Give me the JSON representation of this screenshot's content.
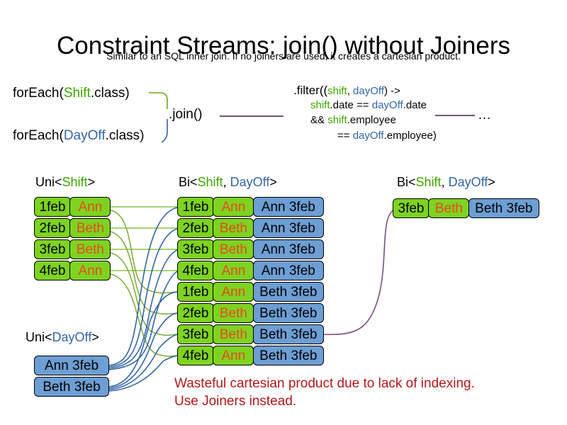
{
  "header": {
    "title": "Constraint Streams: join() without Joiners",
    "subtitle": "Similar to an SQL inner join. If no joiners are used, it creates a cartesian product."
  },
  "code": {
    "forEachShift": {
      "prefix": "forEach(",
      "type": "Shift",
      "suffix": ".class)"
    },
    "forEachDayOff": {
      "prefix": "forEach(",
      "type": "DayOff",
      "suffix": ".class)"
    },
    "join_label": ".join()",
    "ellipsis": "…",
    "filter": {
      "line1_a": ".filter((",
      "line1_shift": "shift",
      "line1_comma": ", ",
      "line1_dayoff": "dayOff",
      "line1_b": ") ->",
      "line2_shift": "shift",
      "line2_a": ".date == ",
      "line2_dayoff": "dayOff",
      "line2_b": ".date",
      "line3_a": "&& ",
      "line3_shift": "shift",
      "line3_b": ".employee",
      "line4_a": "== ",
      "line4_dayoff": "dayOff",
      "line4_b": ".employee)"
    }
  },
  "captions": {
    "uni_shift": {
      "prefix": "Uni<",
      "type": "Shift",
      "suffix": ">"
    },
    "bi_middle": {
      "prefix": "Bi<",
      "type1": "Shift",
      "comma": ", ",
      "type2": "DayOff",
      "suffix": ">"
    },
    "bi_right": {
      "prefix": "Bi<",
      "type1": "Shift",
      "comma": ", ",
      "type2": "DayOff",
      "suffix": ">"
    },
    "uni_dayoff": {
      "prefix": "Uni<",
      "type": "DayOff",
      "suffix": ">"
    }
  },
  "streams": {
    "uni_shift_rows": [
      {
        "date": "1feb",
        "employee": "Ann"
      },
      {
        "date": "2feb",
        "employee": "Beth"
      },
      {
        "date": "3feb",
        "employee": "Beth"
      },
      {
        "date": "4feb",
        "employee": "Ann"
      }
    ],
    "uni_dayoff_rows": [
      {
        "dayoff": "Ann 3feb"
      },
      {
        "dayoff": "Beth 3feb"
      }
    ],
    "bi_middle_rows": [
      {
        "date": "1feb",
        "employee": "Ann",
        "dayoff": "Ann 3feb"
      },
      {
        "date": "2feb",
        "employee": "Beth",
        "dayoff": "Ann 3feb"
      },
      {
        "date": "3feb",
        "employee": "Beth",
        "dayoff": "Ann 3feb"
      },
      {
        "date": "4feb",
        "employee": "Ann",
        "dayoff": "Ann 3feb"
      },
      {
        "date": "1feb",
        "employee": "Ann",
        "dayoff": "Beth 3feb"
      },
      {
        "date": "2feb",
        "employee": "Beth",
        "dayoff": "Beth 3feb"
      },
      {
        "date": "3feb",
        "employee": "Beth",
        "dayoff": "Beth 3feb"
      },
      {
        "date": "4feb",
        "employee": "Ann",
        "dayoff": "Beth 3feb"
      }
    ],
    "bi_right_rows": [
      {
        "date": "3feb",
        "employee": "Beth",
        "dayoff": "Beth 3feb"
      }
    ]
  },
  "warning": {
    "line1": "Wasteful cartesian product due to lack of indexing.",
    "line2": "Use Joiners instead."
  },
  "colors": {
    "shift_green": "#3ea500",
    "dayoff_blue": "#3465a4",
    "box_green": "#7ed321",
    "box_blue": "#6d9ed4",
    "employee_orange": "#e8491f",
    "warning_red": "#b11818",
    "link_green": "#8bc34a",
    "link_blue": "#3465a4",
    "link_purple": "#7a4f7a"
  }
}
